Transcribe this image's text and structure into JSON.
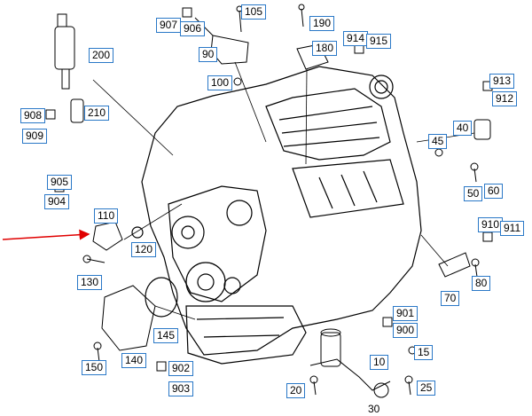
{
  "labels": [
    {
      "id": "907",
      "text": "907"
    },
    {
      "id": "906",
      "text": "906"
    },
    {
      "id": "105",
      "text": "105"
    },
    {
      "id": "190",
      "text": "190"
    },
    {
      "id": "90",
      "text": "90"
    },
    {
      "id": "180",
      "text": "180"
    },
    {
      "id": "914",
      "text": "914"
    },
    {
      "id": "915",
      "text": "915"
    },
    {
      "id": "200",
      "text": "200"
    },
    {
      "id": "100",
      "text": "100"
    },
    {
      "id": "908",
      "text": "908"
    },
    {
      "id": "210",
      "text": "210"
    },
    {
      "id": "909",
      "text": "909"
    },
    {
      "id": "913",
      "text": "913"
    },
    {
      "id": "912",
      "text": "912"
    },
    {
      "id": "40",
      "text": "40"
    },
    {
      "id": "45",
      "text": "45"
    },
    {
      "id": "905",
      "text": "905"
    },
    {
      "id": "904",
      "text": "904"
    },
    {
      "id": "110",
      "text": "110"
    },
    {
      "id": "50",
      "text": "50"
    },
    {
      "id": "60",
      "text": "60"
    },
    {
      "id": "120",
      "text": "120"
    },
    {
      "id": "910",
      "text": "910"
    },
    {
      "id": "911",
      "text": "911"
    },
    {
      "id": "130",
      "text": "130"
    },
    {
      "id": "80",
      "text": "80"
    },
    {
      "id": "70",
      "text": "70"
    },
    {
      "id": "145",
      "text": "145"
    },
    {
      "id": "901",
      "text": "901"
    },
    {
      "id": "900",
      "text": "900"
    },
    {
      "id": "150",
      "text": "150"
    },
    {
      "id": "140",
      "text": "140"
    },
    {
      "id": "902",
      "text": "902"
    },
    {
      "id": "10",
      "text": "10"
    },
    {
      "id": "15",
      "text": "15"
    },
    {
      "id": "903",
      "text": "903"
    },
    {
      "id": "20",
      "text": "20"
    },
    {
      "id": "25",
      "text": "25"
    }
  ],
  "unboxed_labels": [
    {
      "id": "30",
      "text": "30"
    }
  ],
  "colors": {
    "box_border": "#2a78c7",
    "line": "#000000",
    "arrow": "#e00000"
  }
}
